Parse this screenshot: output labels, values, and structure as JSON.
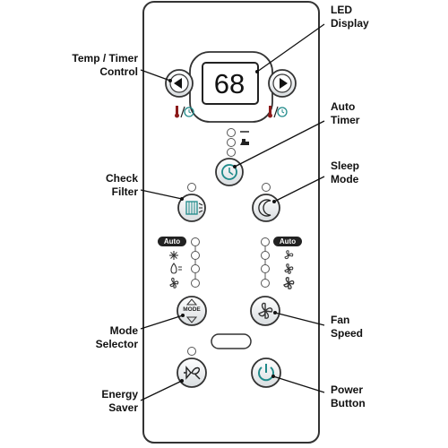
{
  "labels": {
    "led_display": [
      "LED",
      "Display"
    ],
    "temp_timer_control": [
      "Temp / Timer",
      "Control"
    ],
    "auto_timer": [
      "Auto",
      "Timer"
    ],
    "check_filter": [
      "Check",
      "Filter"
    ],
    "sleep_mode": [
      "Sleep",
      "Mode"
    ],
    "mode_selector": [
      "Mode",
      "Selector"
    ],
    "fan_speed": [
      "Fan",
      "Speed"
    ],
    "energy_saver": [
      "Energy",
      "Saver"
    ],
    "power_button": [
      "Power",
      "Button"
    ]
  },
  "display": {
    "value": "68"
  },
  "badges": {
    "mode_auto": "Auto",
    "fan_auto": "Auto"
  },
  "mode_button": {
    "label": "MODE"
  },
  "icons": {
    "left": "triangle-left-icon",
    "right": "triangle-right-icon",
    "thermo_timer": "thermometer-clock-icon",
    "timer": "timer-icon",
    "filter": "filter-icon",
    "sleep": "sleep-moon-icon",
    "cool": "snowflake-icon",
    "dry": "droplet-icon",
    "fan": "fan-icon",
    "energy_saver": "energy-saver-icon",
    "power": "power-icon"
  },
  "colors": {
    "accent": "#1f8a8a",
    "outline": "#333333"
  }
}
